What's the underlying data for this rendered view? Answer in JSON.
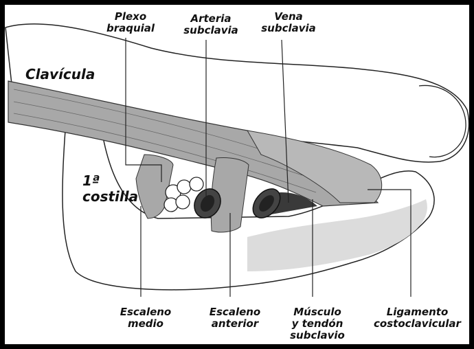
{
  "labels": {
    "plexo_braquial": [
      "Plexo",
      "braquial"
    ],
    "arteria_subclavia": [
      "Arteria",
      "subclavia"
    ],
    "vena_subclavia": [
      "Vena",
      "subclavia"
    ],
    "clavicula": "Clavícula",
    "primera_costilla": [
      "1ª",
      "costilla"
    ],
    "escaleno_medio": [
      "Escaleno",
      "medio"
    ],
    "escaleno_anterior": [
      "Escaleno",
      "anterior"
    ],
    "musculo_tendon_subclavio": [
      "Músculo",
      "y tendón",
      "subclavio"
    ],
    "ligamento_costoclavicular": [
      "Ligamento",
      "costoclavicular"
    ]
  },
  "colors": {
    "frame": "#000000",
    "muscle": "#a8a8a8",
    "bone": "#ffffff",
    "shadow": "#dcdcdc",
    "vessel": "#3a3a3a",
    "leader": "#222222"
  }
}
